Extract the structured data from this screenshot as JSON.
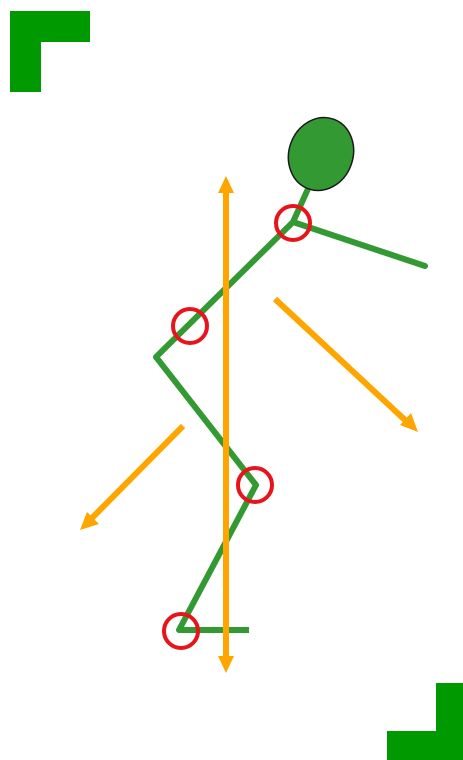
{
  "colors": {
    "figure": "#339933",
    "head_fill": "#339933",
    "head_stroke": "#1a1a1a",
    "joint_marker": "#e8141c",
    "force_arrow": "#ffa500",
    "corner_marker": "#009900",
    "background": "#ffffff"
  },
  "elements": {
    "figure": "stick-figure",
    "head": "head-ellipse",
    "joints": [
      "shoulder-joint",
      "hip-joint",
      "knee-joint",
      "ankle-joint"
    ],
    "arrows": [
      "vertical-double-arrow",
      "right-diagonal-arrow",
      "left-diagonal-arrow"
    ],
    "corners": [
      "top-left-corner-marker",
      "bottom-right-corner-marker"
    ]
  }
}
